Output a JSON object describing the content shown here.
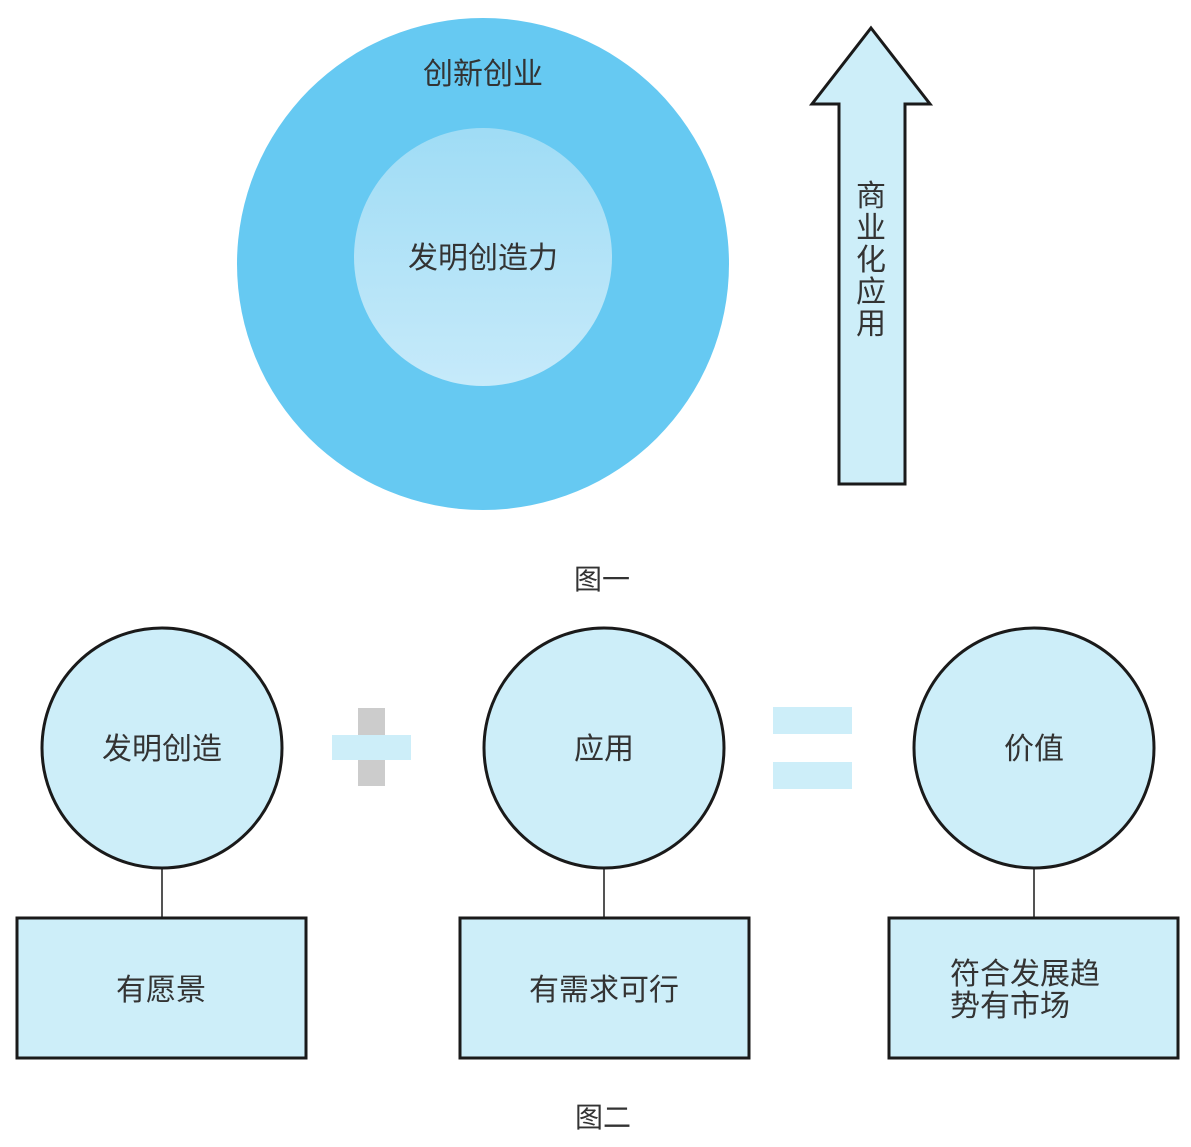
{
  "figure1": {
    "outer_label": "创新创业",
    "inner_label": "发明创造力",
    "arrow_label": [
      "商",
      "业",
      "化",
      "应",
      "用"
    ],
    "caption": "图一",
    "colors": {
      "outer": "#66c9f2",
      "inner_top": "#a0dcf5",
      "inner_bottom": "#c3e9f9",
      "arrow": "#cdeef9"
    }
  },
  "figure2": {
    "items": [
      {
        "circle": "发明创造",
        "box": [
          "有愿景"
        ]
      },
      {
        "circle": "应用",
        "box": [
          "有需求可行"
        ]
      },
      {
        "circle": "价值",
        "box": [
          "符合发展趋",
          "势有市场"
        ]
      }
    ],
    "operators": {
      "plus": "plus-sign",
      "equals": "equals-sign"
    },
    "caption": "图二",
    "colors": {
      "shape_fill": "#cdeef9",
      "plus_vertical": "#cccccc",
      "plus_horizontal": "#cdeef9",
      "equals": "#cdeef9"
    }
  }
}
